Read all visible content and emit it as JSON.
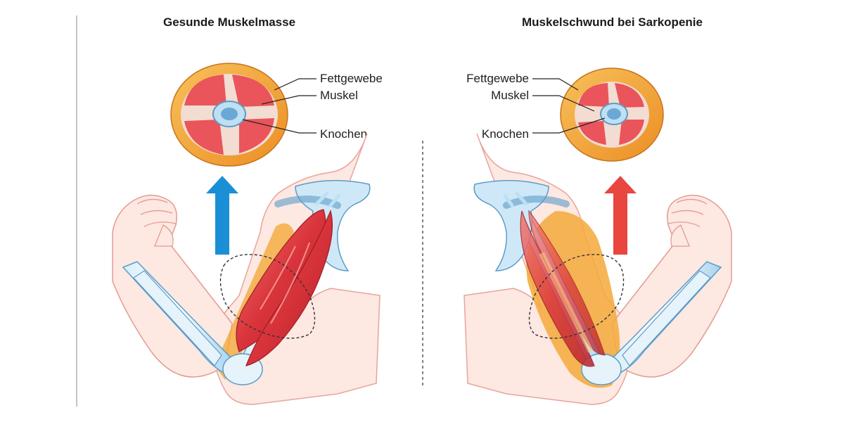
{
  "panels": {
    "left": {
      "title": "Gesunde Muskelmasse",
      "labels": {
        "fat": "Fettgewebe",
        "muscle": "Muskel",
        "bone": "Knochen"
      }
    },
    "right": {
      "title": "Muskelschwund bei Sarkopenie",
      "labels": {
        "fat": "Fettgewebe",
        "muscle": "Muskel",
        "bone": "Knochen"
      }
    }
  },
  "colors": {
    "fat": "#f4a93a",
    "muscle": "#e9555a",
    "bone": "#8fc6e6",
    "skin": "#fbe2dc",
    "arrow_healthy": "#1b8fd6",
    "arrow_sarcopenia": "#e8463e"
  }
}
